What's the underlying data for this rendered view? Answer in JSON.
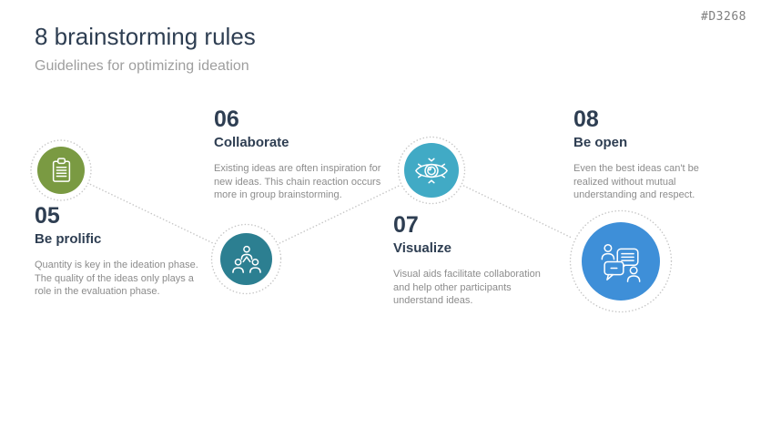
{
  "doc_id": "#D3268",
  "header": {
    "title": "8 brainstorming rules",
    "subtitle": "Guidelines for optimizing ideation"
  },
  "colors": {
    "navy_text": "#2E3E52",
    "body_gray": "#8C8C8C",
    "subtitle_gray": "#9E9E9E",
    "dotted_gray": "#C6C6C6",
    "green": "#7A9A42",
    "teal": "#2C7F91",
    "cyan": "#41AAC5",
    "blue": "#3E8FD8"
  },
  "rules": [
    {
      "number": "05",
      "title": "Be prolific",
      "description": "Quantity is key in the ideation phase.\nThe quality of the ideas only plays a\nrole in the evaluation phase.",
      "icon": "clipboard-icon",
      "color": "#7A9A42"
    },
    {
      "number": "06",
      "title": "Collaborate",
      "description": "Existing ideas are often inspiration for\nnew ideas. This chain reaction occurs\nmore in group brainstorming.",
      "icon": "team-icon",
      "color": "#2C7F91"
    },
    {
      "number": "07",
      "title": "Visualize",
      "description": "Visual aids facilitate collaboration\nand help other participants\nunderstand ideas.",
      "icon": "eye-icon",
      "color": "#41AAC5"
    },
    {
      "number": "08",
      "title": "Be open",
      "description": "Even the best ideas can't be\nrealized without mutual\nunderstanding and respect.",
      "icon": "discussion-icon",
      "color": "#3E8FD8"
    }
  ]
}
